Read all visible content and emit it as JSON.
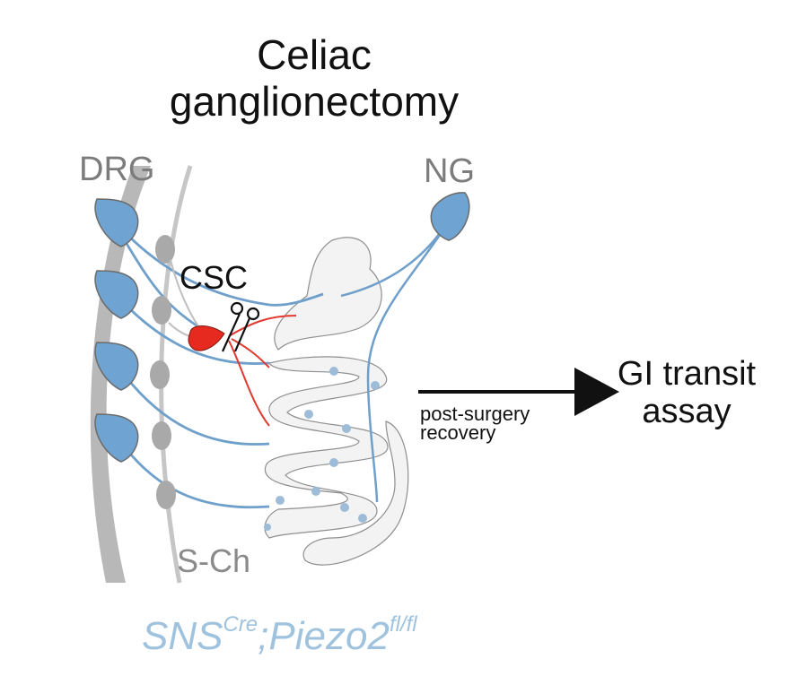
{
  "title": {
    "line1": "Celiac",
    "line2": "ganglionectomy"
  },
  "labels": {
    "drg": "DRG",
    "ng": "NG",
    "csc": "CSC",
    "s_ch": "S-Ch",
    "arrow_label_line1": "post-surgery",
    "arrow_label_line2": "recovery",
    "outcome_line1": "GI transit",
    "outcome_line2": "assay"
  },
  "genotype": {
    "gene1": "SNS",
    "sup1": "Cre",
    "sep": ";",
    "gene2": "Piezo2",
    "sup2": "fl/fl"
  },
  "colors": {
    "sensory_neuron": "#6fa3d2",
    "nerve_fiber": "#6f9fcb",
    "sympathetic_ganglion": "#a9a9aa",
    "celiac_ganglion": "#e62a1f",
    "gut": "#f2f2f2",
    "text_gray": "#7c7c7c",
    "genotype": "#9fc3de"
  },
  "icons": [
    "scissors-icon",
    "arrow-right-icon"
  ]
}
